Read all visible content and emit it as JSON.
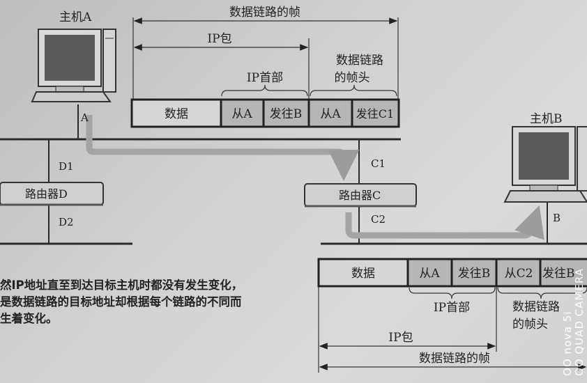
{
  "hosts": {
    "a_label": "主机A",
    "b_label": "主机B",
    "a_port": "A",
    "b_port": "B"
  },
  "routers": {
    "d_label": "路由器D",
    "c_label": "路由器C",
    "d1": "D1",
    "d2": "D2",
    "c1": "C1",
    "c2": "C2"
  },
  "top_frame": {
    "frame_label": "数据链路的帧",
    "packet_label": "IP包",
    "ip_header_label": "IP首部",
    "dl_header_line1": "数据链路",
    "dl_header_line2": "的帧头",
    "cells": [
      "数据",
      "从A",
      "发往B",
      "从A",
      "发往C1"
    ]
  },
  "bottom_frame": {
    "frame_label": "数据链路的帧",
    "packet_label": "IP包",
    "ip_header_label": "IP首部",
    "dl_header_line1": "数据链路",
    "dl_header_line2": "的帧头",
    "cells": [
      "数据",
      "从A",
      "发往B",
      "从C2",
      "发往B"
    ]
  },
  "caption": {
    "line1": "然IP地址直至到达目标主机时都没有发生变化，",
    "line2": "是数据链路的目标地址却根据每个链路的不同而",
    "line3": "生着变化。"
  },
  "watermark": {
    "line1": "OO nova 5i",
    "line2": "OO QUAD CAMERA"
  },
  "colors": {
    "path": "#a9a9a9",
    "header_cell": "#b4b4b4",
    "line": "#2a2a2a"
  }
}
